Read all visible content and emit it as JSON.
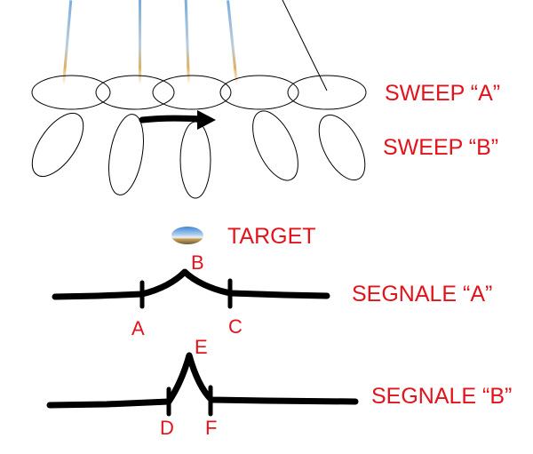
{
  "sweeps": {
    "a_label": "SWEEP “A”",
    "b_label": "SWEEP “B”"
  },
  "target": {
    "label": "TARGET"
  },
  "signals": {
    "a_label": "SEGNALE “A”",
    "b_label": "SEGNALE “B”",
    "points": {
      "a": "A",
      "b": "B",
      "c": "C",
      "d": "D",
      "e": "E",
      "f": "F"
    }
  },
  "colors": {
    "label": "#e3131b",
    "stroke": "#000000",
    "beam_blue": "#6fa8dc",
    "beam_orange": "#d9a441",
    "target_blue": "#4a8fd8",
    "target_sand": "#c9a25a"
  }
}
